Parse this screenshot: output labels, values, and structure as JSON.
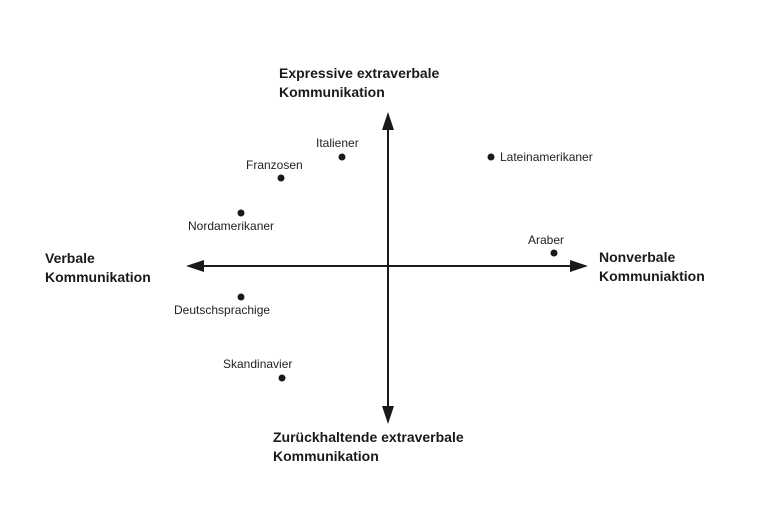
{
  "axes": {
    "top": {
      "line1": "Expressive extraverbale",
      "line2": "Kommunikation"
    },
    "bottom": {
      "line1": "Zurückhaltende extraverbale",
      "line2": "Kommunikation"
    },
    "left": {
      "line1": "Verbale",
      "line2": "Kommunikation"
    },
    "right": {
      "line1": "Nonverbale",
      "line2": "Kommuniaktion"
    }
  },
  "points": [
    {
      "id": "italiener",
      "label": "Italiener"
    },
    {
      "id": "franzosen",
      "label": "Franzosen"
    },
    {
      "id": "nordamerikaner",
      "label": "Nordamerikaner"
    },
    {
      "id": "lateinamerikaner",
      "label": "Lateinamerikaner"
    },
    {
      "id": "araber",
      "label": "Araber"
    },
    {
      "id": "deutschsprachige",
      "label": "Deutschsprachige"
    },
    {
      "id": "skandinavier",
      "label": "Skandinavier"
    }
  ]
}
